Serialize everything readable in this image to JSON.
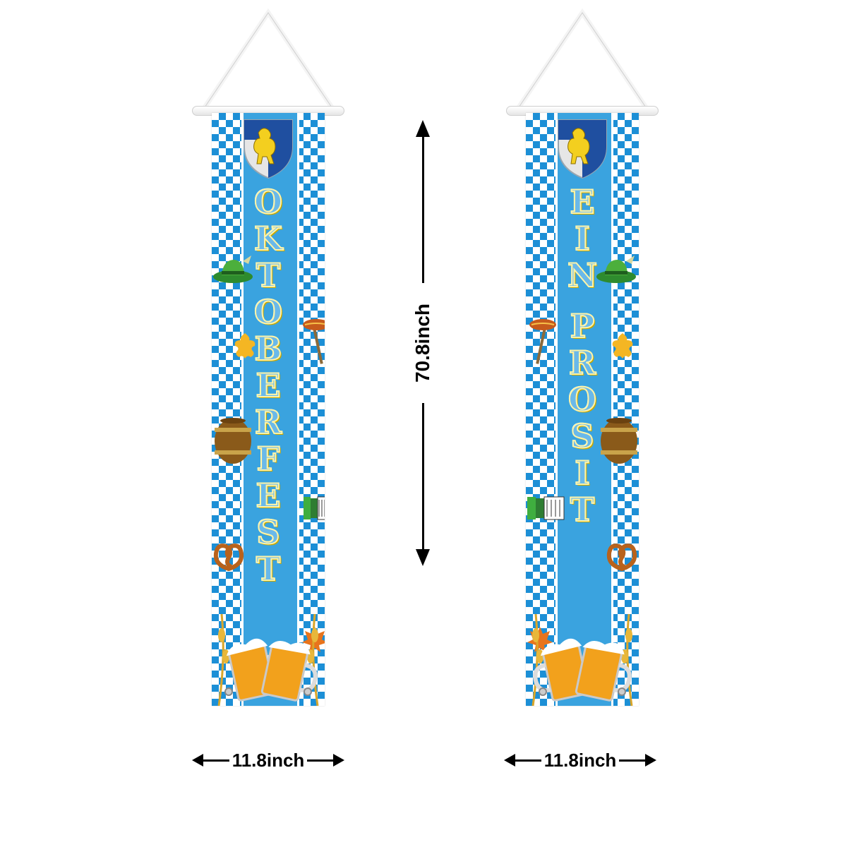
{
  "banners": [
    {
      "letters": [
        "O",
        "K",
        "T",
        "O",
        "B",
        "E",
        "R",
        "F",
        "E",
        "S",
        "T"
      ],
      "width_label": "11.8inch"
    },
    {
      "letters": [
        "E",
        "I",
        "N",
        "",
        "P",
        "R",
        "O",
        "S",
        "I",
        "T"
      ],
      "width_label": "11.8inch"
    }
  ],
  "height_label": "70.8inch",
  "colors": {
    "banner_blue": "#3aa3df",
    "diamond_blue": "#1c8fd6",
    "letter_gold": "#fff4a8"
  },
  "icons": [
    "lion-crest-icon",
    "green-hat-icon",
    "sausage-fork-icon",
    "oak-leaf-icon",
    "beer-barrel-icon",
    "accordion-icon",
    "pretzel-icon",
    "maple-leaf-icon",
    "beer-mugs-icon",
    "wheat-icon"
  ]
}
